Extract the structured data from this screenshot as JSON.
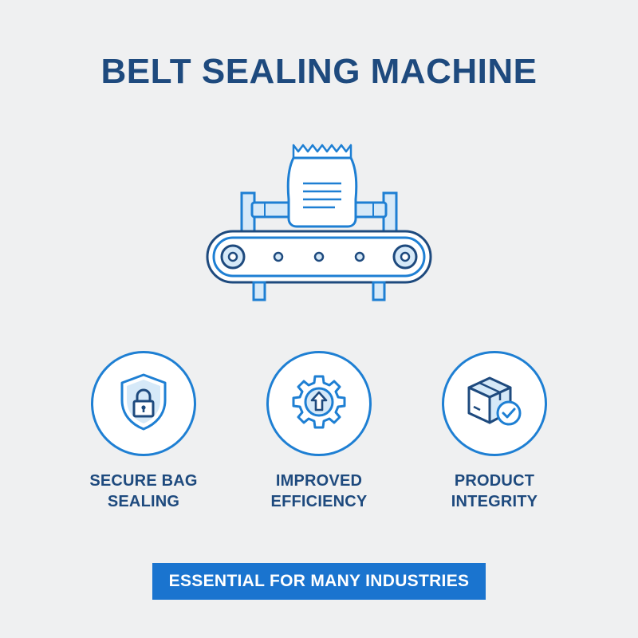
{
  "title": "BELT SEALING MACHINE",
  "colors": {
    "primary_dark": "#1e4a7e",
    "accent_blue": "#1e7fd3",
    "light_blue_fill": "#d6e9f8",
    "background": "#eff0f1",
    "banner": "#1a74cf"
  },
  "hero": {
    "icon": "belt-sealing-machine-icon"
  },
  "features": [
    {
      "icon": "shield-lock-icon",
      "line1": "SECURE BAG",
      "line2": "SEALING"
    },
    {
      "icon": "gear-arrow-up-icon",
      "line1": "IMPROVED",
      "line2": "EFFICIENCY"
    },
    {
      "icon": "box-check-icon",
      "line1": "PRODUCT",
      "line2": "INTEGRITY"
    }
  ],
  "banner": {
    "text": "ESSENTIAL FOR MANY INDUSTRIES"
  }
}
